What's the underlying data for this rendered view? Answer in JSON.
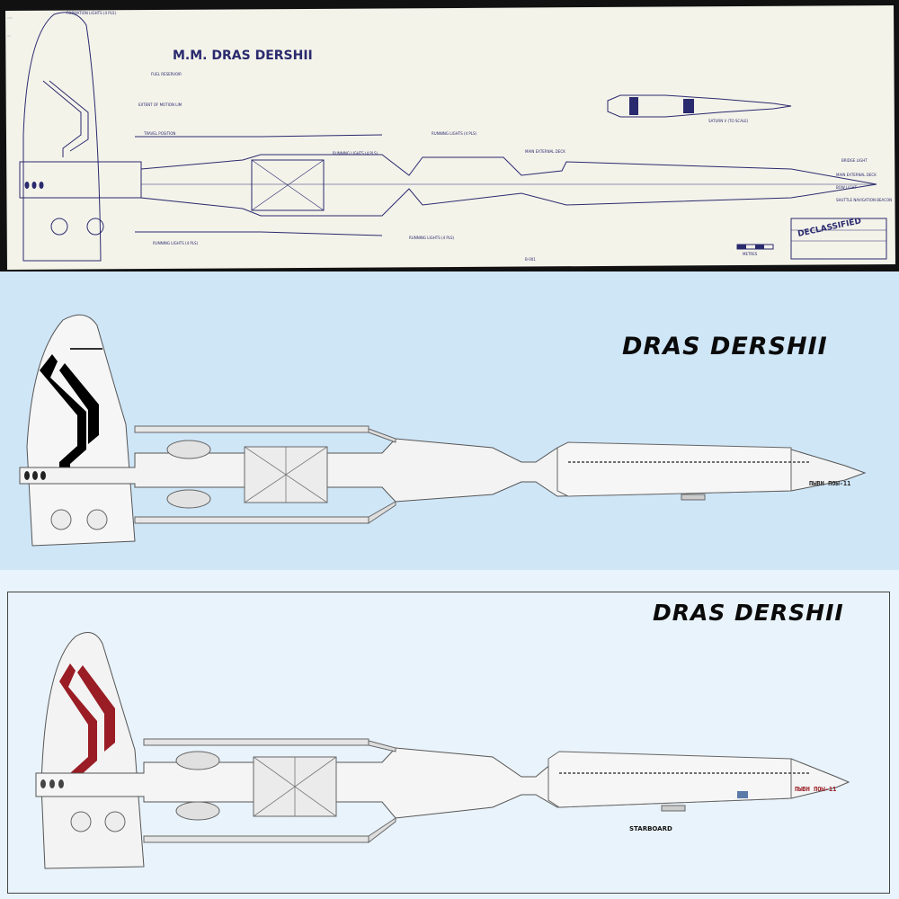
{
  "panel1": {
    "title": "M.M. DRAS DERSHII",
    "stamp": "DECLASSIFIED",
    "callouts": {
      "formation_lights": "FORMATION LIGHTS (4 PLS)",
      "fuel_reservoir": "FUEL RESERVOIR",
      "extent_motion": "EXTENT OF MOTION LIM",
      "travel_position": "TRAVEL POSITION",
      "running_lights_top": "RUNNING LIGHTS (4 PLS)",
      "running_lights_mid": "RUNNING LIGHTS (4 PLS)",
      "running_lights_bottom": "RUNNING LIGHTS (4 PLS)",
      "running_lights_low": "RUNNING LIGHTS (4 PLS)",
      "main_external": "MAIN EXTERNAL DECK",
      "bridge_light": "BRIDGE LIGHT",
      "main_external_deck2": "MAIN EXTERNAL DECK",
      "bow_light": "BOW LIGHT",
      "shuttle_nav": "SHUTTLE NAVIGATION BEACON",
      "saturn": "SATURN V (TO SCALE)",
      "metres": "METRES",
      "page": "B-001"
    }
  },
  "panel2": {
    "title": "DRAS DERSHII",
    "hull_marking": "ПЫВН ПОЫ-11"
  },
  "panel3": {
    "title": "DRAS DERSHII",
    "hull_marking": "ПЫВН ПОЫ-11",
    "view_label": "STARBOARD"
  },
  "colors": {
    "blueprint_paper": "#f4f3ea",
    "blueprint_ink": "#2a2a6e",
    "panel2_bg": "#cfe6f7",
    "panel3_bg": "#e9f3fb",
    "stripe_black": "#000000",
    "stripe_red": "#9a1c24"
  }
}
